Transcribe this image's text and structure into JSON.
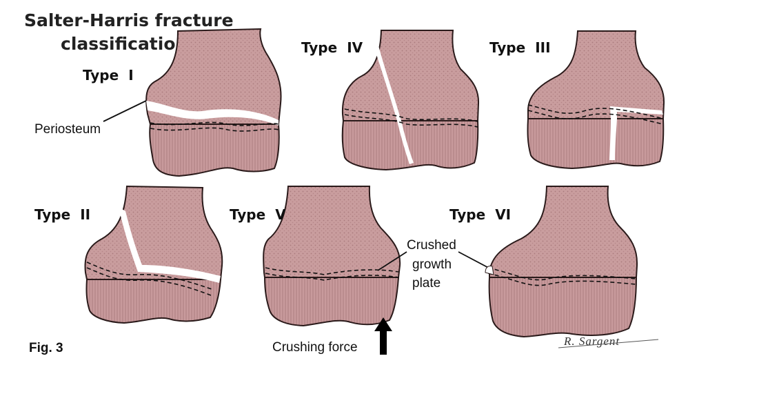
{
  "title_line1": "Salter-Harris fracture",
  "title_line2": "classification",
  "figure_label": "Fig. 3",
  "periosteum_label": "Periosteum",
  "crushed_label": [
    "Crushed",
    "growth",
    "plate"
  ],
  "crushing_force_label": "Crushing force",
  "signature": "R. Sargent",
  "types": [
    {
      "id": "I",
      "word": "Type",
      "numeral": "I"
    },
    {
      "id": "IV",
      "word": "Type",
      "numeral": "IV"
    },
    {
      "id": "III",
      "word": "Type",
      "numeral": "III"
    },
    {
      "id": "II",
      "word": "Type",
      "numeral": "II"
    },
    {
      "id": "V",
      "word": "Type",
      "numeral": "V"
    },
    {
      "id": "VI",
      "word": "Type",
      "numeral": "VI"
    }
  ],
  "colors": {
    "bone_fill": "#c89c9c",
    "bone_texture": "#a87878",
    "outline": "#2a1a1a",
    "fracture": "#ffffff"
  }
}
